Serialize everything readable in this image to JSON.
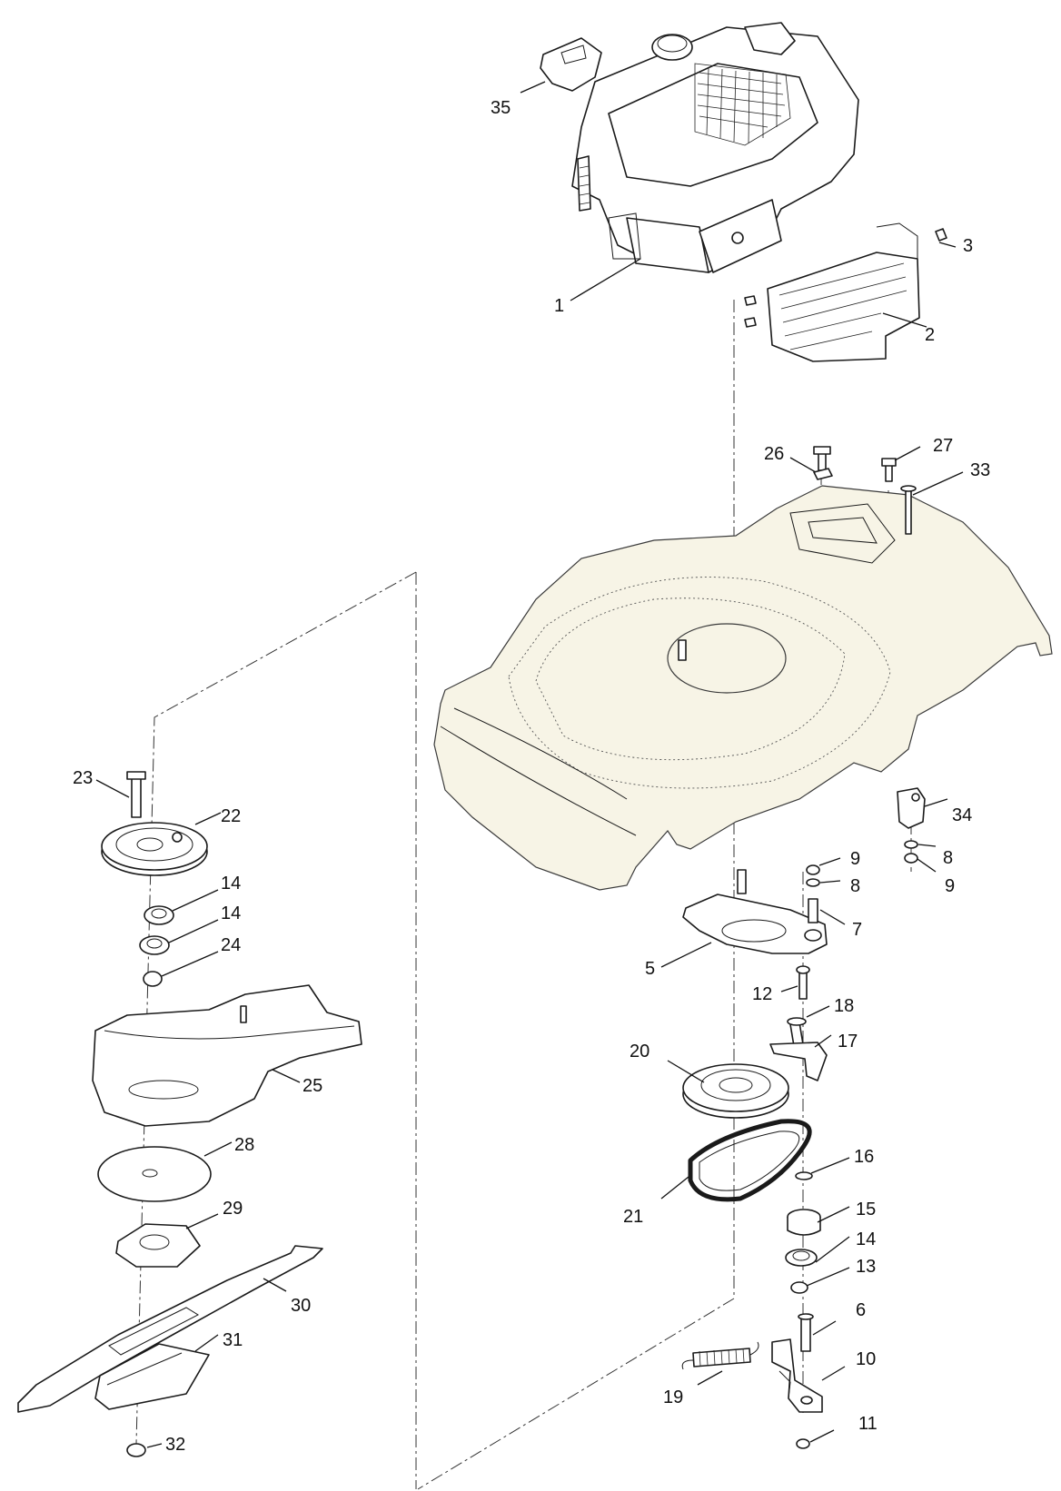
{
  "callouts": [
    {
      "id": "c35",
      "label": "35"
    },
    {
      "id": "c3",
      "label": "3"
    },
    {
      "id": "c1",
      "label": "1"
    },
    {
      "id": "c2",
      "label": "2"
    },
    {
      "id": "c26",
      "label": "26"
    },
    {
      "id": "c27",
      "label": "27"
    },
    {
      "id": "c33",
      "label": "33"
    },
    {
      "id": "c23",
      "label": "23"
    },
    {
      "id": "c22",
      "label": "22"
    },
    {
      "id": "c14a",
      "label": "14"
    },
    {
      "id": "c14b",
      "label": "14"
    },
    {
      "id": "c24",
      "label": "24"
    },
    {
      "id": "c25",
      "label": "25"
    },
    {
      "id": "c28",
      "label": "28"
    },
    {
      "id": "c29",
      "label": "29"
    },
    {
      "id": "c30",
      "label": "30"
    },
    {
      "id": "c31",
      "label": "31"
    },
    {
      "id": "c32",
      "label": "32"
    },
    {
      "id": "c34",
      "label": "34"
    },
    {
      "id": "c8a",
      "label": "8"
    },
    {
      "id": "c9a",
      "label": "9"
    },
    {
      "id": "c9b",
      "label": "9"
    },
    {
      "id": "c8b",
      "label": "8"
    },
    {
      "id": "c7",
      "label": "7"
    },
    {
      "id": "c5",
      "label": "5"
    },
    {
      "id": "c12",
      "label": "12"
    },
    {
      "id": "c18",
      "label": "18"
    },
    {
      "id": "c17",
      "label": "17"
    },
    {
      "id": "c20",
      "label": "20"
    },
    {
      "id": "c16",
      "label": "16"
    },
    {
      "id": "c21",
      "label": "21"
    },
    {
      "id": "c15",
      "label": "15"
    },
    {
      "id": "c14c",
      "label": "14"
    },
    {
      "id": "c13",
      "label": "13"
    },
    {
      "id": "c6",
      "label": "6"
    },
    {
      "id": "c10",
      "label": "10"
    },
    {
      "id": "c19",
      "label": "19"
    },
    {
      "id": "c11",
      "label": "11"
    }
  ],
  "colors": {
    "line": "#1a1a1a",
    "deck_fill": "#f7f4e6",
    "background": "#ffffff"
  }
}
